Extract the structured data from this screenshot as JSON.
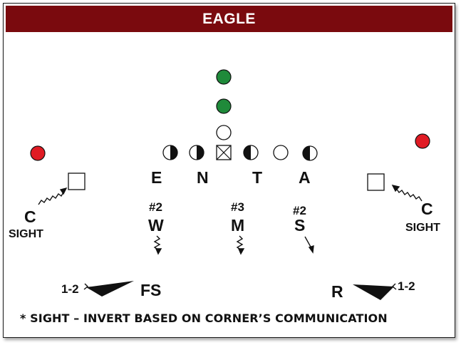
{
  "title": "EAGLE",
  "colors": {
    "banner": "#7a0a0e",
    "receiver_red": "#e01b24",
    "back_green": "#1f8a3a",
    "ink": "#111111"
  },
  "defense": {
    "E": "E",
    "N": "N",
    "T": "T",
    "A": "A",
    "W_tag": "#2",
    "W": "W",
    "M_tag": "#3",
    "M": "M",
    "S_tag": "#2",
    "S": "S",
    "C_left": "C",
    "C_left_sub": "SIGHT",
    "C_right": "C",
    "C_right_sub": "SIGHT",
    "FS": "FS",
    "FS_zone": "1-2",
    "R": "R",
    "R_zone": "1-2"
  },
  "footnote": "* SIGHT – INVERT BASED ON CORNER’S COMMUNICATION"
}
